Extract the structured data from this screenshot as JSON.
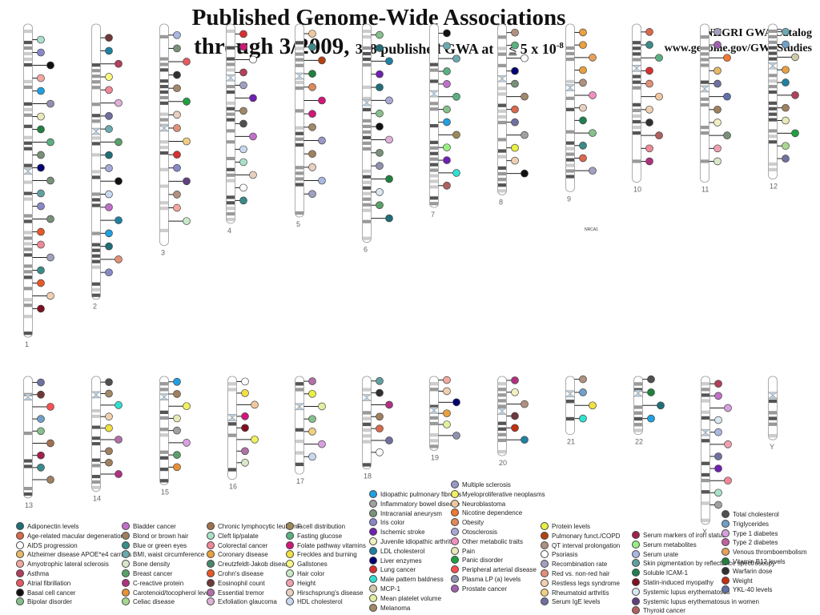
{
  "title": {
    "line1": "Published Genome-Wide Associations",
    "line2": "through 3/2009,",
    "subtitle": "398 published GWA at p",
    "le": "≤",
    "subtitle_tail": "5 x 10",
    "exp": "-8"
  },
  "catalog": {
    "name": "NHGRI GWA Catalog",
    "url": "www.genome.gov/GWAStudies"
  },
  "gene_label": "NRCA1",
  "chromosomes": [
    {
      "label": "1",
      "row": 1,
      "size": 0.99,
      "cen": 0.47
    },
    {
      "label": "2",
      "row": 1,
      "size": 0.87,
      "cen": 0.39
    },
    {
      "label": "3",
      "row": 1,
      "size": 0.7,
      "cen": 0.47
    },
    {
      "label": "4",
      "row": 1,
      "size": 0.63,
      "cen": 0.27
    },
    {
      "label": "5",
      "row": 1,
      "size": 0.61,
      "cen": 0.27
    },
    {
      "label": "6",
      "row": 1,
      "size": 0.69,
      "cen": 0.36
    },
    {
      "label": "7",
      "row": 1,
      "size": 0.58,
      "cen": 0.38
    },
    {
      "label": "8",
      "row": 1,
      "size": 0.54,
      "cen": 0.32
    },
    {
      "label": "9",
      "row": 1,
      "size": 0.53,
      "cen": 0.38
    },
    {
      "label": "10",
      "row": 1,
      "size": 0.5,
      "cen": 0.28
    },
    {
      "label": "11",
      "row": 1,
      "size": 0.5,
      "cen": 0.41
    },
    {
      "label": "12",
      "row": 1,
      "size": 0.49,
      "cen": 0.27
    },
    {
      "label": "13",
      "row": 2,
      "size": 0.92,
      "cen": 0.17
    },
    {
      "label": "14",
      "row": 2,
      "size": 0.87,
      "cen": 0.16
    },
    {
      "label": "15",
      "row": 2,
      "size": 0.82,
      "cen": 0.19
    },
    {
      "label": "16",
      "row": 2,
      "size": 0.78,
      "cen": 0.4
    },
    {
      "label": "17",
      "row": 2,
      "size": 0.74,
      "cen": 0.31
    },
    {
      "label": "18",
      "row": 2,
      "size": 0.7,
      "cen": 0.23
    },
    {
      "label": "19",
      "row": 2,
      "size": 0.56,
      "cen": 0.46
    },
    {
      "label": "20",
      "row": 2,
      "size": 0.6,
      "cen": 0.44
    },
    {
      "label": "21",
      "row": 2,
      "size": 0.44,
      "cen": 0.3
    },
    {
      "label": "22",
      "row": 2,
      "size": 0.44,
      "cen": 0.29
    },
    {
      "label": "X",
      "row": 2,
      "size": 1.12,
      "cen": 0.38
    },
    {
      "label": "Y",
      "row": 2,
      "size": 0.48,
      "cen": 0.3
    }
  ],
  "legend": [
    {
      "label": "Adiponectin levels",
      "color": "#1f6e78"
    },
    {
      "label": "Age-related macular degeneration",
      "color": "#d9684c"
    },
    {
      "label": "AIDS progression",
      "color": "#ffffff"
    },
    {
      "label": "Alzheimer disease  APOE*e4 carriers",
      "color": "#e8b866"
    },
    {
      "label": "Amyotrophic lateral sclerosis",
      "color": "#f2a8a0"
    },
    {
      "label": "Asthma",
      "color": "#b0405c"
    },
    {
      "label": "Atrial fibrillation",
      "color": "#e35a60"
    },
    {
      "label": "Basal cell cancer",
      "color": "#111111"
    },
    {
      "label": "Bipolar disorder",
      "color": "#86c08c"
    },
    {
      "label": "Bladder cancer",
      "color": "#c070c8"
    },
    {
      "label": "Blond or brown hair",
      "color": "#a08060"
    },
    {
      "label": "Blue or green eyes",
      "color": "#3a8a8a"
    },
    {
      "label": "BMI, waist circumference",
      "color": "#6aaab0"
    },
    {
      "label": "Bone density",
      "color": "#d8e8c8"
    },
    {
      "label": "Breast cancer",
      "color": "#5aa068"
    },
    {
      "label": "C-reactive protein",
      "color": "#b03080"
    },
    {
      "label": "Carotenoid/tocopherol levels",
      "color": "#e89038"
    },
    {
      "label": "Celiac disease",
      "color": "#a8d890"
    },
    {
      "label": "Chronic lymphocytic leukemia",
      "color": "#a07050"
    },
    {
      "label": "Cleft lip/palate",
      "color": "#a8e0c8"
    },
    {
      "label": "Colorectal cancer",
      "color": "#f08898"
    },
    {
      "label": "Coronary disease",
      "color": "#e8a040"
    },
    {
      "label": "Creutzfeldt-Jakob disease",
      "color": "#488868"
    },
    {
      "label": "Crohn's disease",
      "color": "#e85828"
    },
    {
      "label": "Eosinophil count",
      "color": "#703838"
    },
    {
      "label": "Essential tremor",
      "color": "#b070a8"
    },
    {
      "label": "Exfoliation glaucoma",
      "color": "#e0b0d8"
    },
    {
      "label": "F cell distribution",
      "color": "#a08858"
    },
    {
      "label": "Fasting glucose",
      "color": "#5ab080"
    },
    {
      "label": "Folate pathway vitamins",
      "color": "#d01878"
    },
    {
      "label": "Freckles and burning",
      "color": "#f0e040"
    },
    {
      "label": "Gallstones",
      "color": "#f8f880"
    },
    {
      "label": "Hair color",
      "color": "#c8e8c8"
    },
    {
      "label": "Height",
      "color": "#f0a0b0"
    },
    {
      "label": "Hirschsprung's disease",
      "color": "#e8d0c0"
    },
    {
      "label": "HDL cholesterol",
      "color": "#c8d8f0"
    },
    {
      "label": "Idiopathic pulmonary fibrosis",
      "color": "#20a0e0"
    },
    {
      "label": "Inflammatory bowel disease",
      "color": "#a0a0a0"
    },
    {
      "label": "Intracranial aneurysm",
      "color": "#789078"
    },
    {
      "label": "Iris color",
      "color": "#8888c8"
    },
    {
      "label": "Ischemic stroke",
      "color": "#7020b0"
    },
    {
      "label": "Juvenile idiopathic arthritis",
      "color": "#f0f0c0"
    },
    {
      "label": "LDL cholesterol",
      "color": "#2080a0"
    },
    {
      "label": "Liver enzymes",
      "color": "#000070"
    },
    {
      "label": "Lung cancer",
      "color": "#d83030"
    },
    {
      "label": "Male pattern baldness",
      "color": "#30e0d0"
    },
    {
      "label": "MCP-1",
      "color": "#d0c8a8"
    },
    {
      "label": "Mean platelet volume",
      "color": "#e0f0a0"
    },
    {
      "label": "Melanoma",
      "color": "#a08868"
    },
    {
      "label": "Multiple sclerosis",
      "color": "#9898c8"
    },
    {
      "label": "Myeloproliferative neoplasms",
      "color": "#f0f060"
    },
    {
      "label": "Neuroblastoma",
      "color": "#f0c8a0"
    },
    {
      "label": "Nicotine dependence",
      "color": "#f07830"
    },
    {
      "label": "Obesity",
      "color": "#e08858"
    },
    {
      "label": "Otosclerosis",
      "color": "#a8a8d8"
    },
    {
      "label": "Other metabolic traits",
      "color": "#f090c0"
    },
    {
      "label": "Pain",
      "color": "#e8e8b8"
    },
    {
      "label": "Panic disorder",
      "color": "#20a040"
    },
    {
      "label": "Peripheral arterial disease",
      "color": "#f85050"
    },
    {
      "label": "Plasma LP (a) levels",
      "color": "#9090b0"
    },
    {
      "label": "Prostate cancer",
      "color": "#a060b0"
    },
    {
      "label": "Protein levels",
      "color": "#e8f040"
    },
    {
      "label": "Pulmonary funct./COPD",
      "color": "#b84010"
    },
    {
      "label": "QT interval prolongation",
      "color": "#b09080"
    },
    {
      "label": "Psoriasis",
      "color": "#ffffff"
    },
    {
      "label": "Recombination rate",
      "color": "#a0a0c0"
    },
    {
      "label": "Red vs. non-red hair",
      "color": "#e09078"
    },
    {
      "label": "Restless legs syndrome",
      "color": "#f0d0b0"
    },
    {
      "label": "Rheumatoid arthritis",
      "color": "#f0d080"
    },
    {
      "label": "Serum IgE levels",
      "color": "#7070a0"
    },
    {
      "label": "Serum markers of iron status",
      "color": "#a02050"
    },
    {
      "label": "Serum metabolites",
      "color": "#98f080"
    },
    {
      "label": "Serum urate",
      "color": "#a8b8e0"
    },
    {
      "label": "Skin pigmentation by reflectance spectroscopy",
      "color": "#60a0a0"
    },
    {
      "label": "Soluble ICAM-1",
      "color": "#208050"
    },
    {
      "label": "Statin-induced myopathy",
      "color": "#801020"
    },
    {
      "label": "Systemic lupus erythematosus",
      "color": "#d8e8f0"
    },
    {
      "label": "Systemic lupus erythematosus in women",
      "color": "#604080"
    },
    {
      "label": "Thyroid cancer",
      "color": "#b06060"
    },
    {
      "label": "Total cholesterol",
      "color": "#505050"
    },
    {
      "label": "Triglycerides",
      "color": "#70a0c8"
    },
    {
      "label": "Type 1 diabetes",
      "color": "#d8a0e0"
    },
    {
      "label": "Type 2 diabetes",
      "color": "#c060a0"
    },
    {
      "label": "Venous thromboembolism",
      "color": "#e8a058"
    },
    {
      "label": "Vitamin B12 levels",
      "color": "#208040"
    },
    {
      "label": "Warfarin dose",
      "color": "#303030"
    },
    {
      "label": "Weight",
      "color": "#c03010"
    },
    {
      "label": "YKL-40 levels",
      "color": "#6070a8"
    }
  ]
}
